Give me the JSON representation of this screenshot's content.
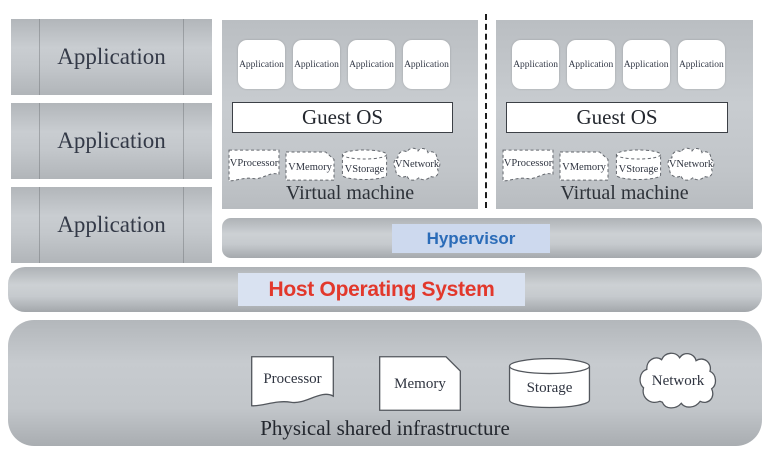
{
  "host_apps": [
    {
      "label": "Application"
    },
    {
      "label": "Application"
    },
    {
      "label": "Application"
    }
  ],
  "vms": [
    {
      "apps": [
        "Application",
        "Application",
        "Application",
        "Application"
      ],
      "guest_os": "Guest OS",
      "resources": [
        {
          "label": "VProcessor",
          "shape": "document"
        },
        {
          "label": "VMemory",
          "shape": "card"
        },
        {
          "label": "VStorage",
          "shape": "cylinder"
        },
        {
          "label": "VNetwork",
          "shape": "cloud"
        }
      ],
      "caption": "Virtual machine"
    },
    {
      "apps": [
        "Application",
        "Application",
        "Application",
        "Application"
      ],
      "guest_os": "Guest OS",
      "resources": [
        {
          "label": "VProcessor",
          "shape": "document"
        },
        {
          "label": "VMemory",
          "shape": "card"
        },
        {
          "label": "VStorage",
          "shape": "cylinder"
        },
        {
          "label": "VNetwork",
          "shape": "cloud"
        }
      ],
      "caption": "Virtual machine"
    }
  ],
  "hypervisor": {
    "label": "Hypervisor",
    "text_color": "#2b6cb8",
    "bg_color": "#cdd9ee"
  },
  "host_os": {
    "label": "Host Operating System",
    "text_color": "#e2382c",
    "bg_color": "#d9e2f1"
  },
  "physical": {
    "resources": [
      {
        "label": "Processor",
        "shape": "document"
      },
      {
        "label": "Memory",
        "shape": "card"
      },
      {
        "label": "Storage",
        "shape": "cylinder"
      },
      {
        "label": "Network",
        "shape": "cloud"
      }
    ],
    "caption": "Physical shared infrastructure"
  },
  "colors": {
    "panel_gray": "#c2c6ca",
    "text_dark": "#2f3440",
    "shape_fill": "#ffffff"
  }
}
